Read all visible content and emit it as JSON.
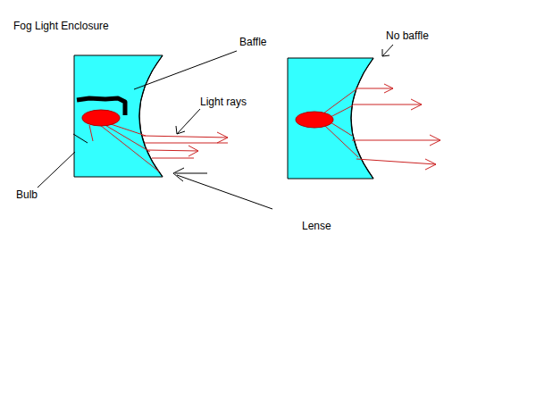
{
  "diagram": {
    "title": "Fog Light Enclosure",
    "labels": [
      "Baffle",
      "Light rays",
      "No baffle",
      "Bulb",
      "Lense"
    ]
  }
}
